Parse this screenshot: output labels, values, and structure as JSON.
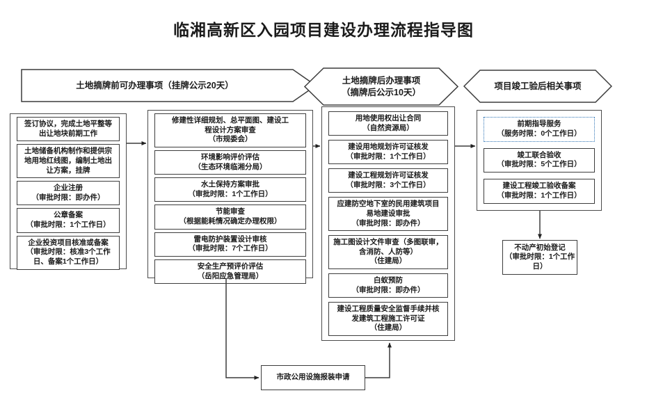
{
  "title": "临湘高新区入园项目建设办理流程指导图",
  "banners": [
    {
      "label": "土地摘牌前可办理事项（挂牌公示20天）"
    },
    {
      "label": "土地摘牌后办理事项\n（摘牌后公示10天）"
    },
    {
      "label": "项目竣工验后相关事项"
    }
  ],
  "columns": [
    {
      "boxes": [
        {
          "text": "签订协议，完成土地平整等\n出让地块前期工作"
        },
        {
          "text": "土地储备机构制作和提供宗\n地用地红线图，编制土地出\n让方案，挂牌"
        },
        {
          "text": "企业注册\n（审批时限：即办件）"
        },
        {
          "text": "公章备案\n（审批时限：1个工作日）"
        },
        {
          "text": "企业投资项目核准或备案\n（审批时限：核准3个工作\n日、备案1个工作日）"
        }
      ]
    },
    {
      "boxes": [
        {
          "text": "修建性详细规划、总平面图、建设工\n程设计方案审查\n（市规委会）"
        },
        {
          "text": "环境影响评价评估\n（生态环境临湘分局）"
        },
        {
          "text": "水土保持方案审批\n（审批时限：1个工作日）"
        },
        {
          "text": "节能审查\n（根据能耗情况确定办理权限）"
        },
        {
          "text": "雷电防护装置设计审核\n（审批时限：7个工作日）"
        },
        {
          "text": "安全生产预评价评估\n（岳阳应急管理局）"
        }
      ]
    },
    {
      "boxes": [
        {
          "text": "用地使用权出让合同\n（自然资源局）"
        },
        {
          "text": "建设用地规划许可证核发\n（审批时限：1个工作日）"
        },
        {
          "text": "建设工程规划许可证核发\n（审批时限：3个工作日）"
        },
        {
          "text": "应建防空地下室的民用建筑项目\n易地建设审批\n（审批时限：即办件）"
        },
        {
          "text": "施工图设计文件审查（多图联审，\n含消防、人防等）\n（住建局）"
        },
        {
          "text": "白蚁预防\n（审批时限：即办件）"
        },
        {
          "text": "建设工程质量安全监督手续并核\n发建筑工程施工许可证\n（住建局）"
        }
      ]
    },
    {
      "boxes": [
        {
          "text": "前期指导服务\n（服务时限：0个工作日）"
        },
        {
          "text": "竣工联合验收\n（审批时限：5个工作日）"
        },
        {
          "text": "建设工程竣工验收备案\n（审批时限：1个工作日）"
        }
      ]
    }
  ],
  "extra_boxes": {
    "real_estate_registration": {
      "text": "不动产初始登记\n（审批时限：1个工作\n日）"
    },
    "municipal_utilities": {
      "text": "市政公用设施报装申请"
    }
  },
  "colors": {
    "line": "#3c3c3c",
    "dotted_border": "#2e74b5",
    "text": "#1a1a1a"
  }
}
